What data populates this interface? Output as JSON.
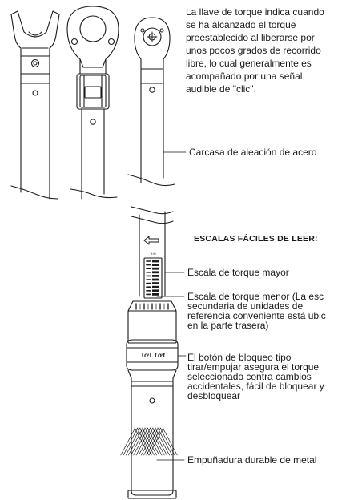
{
  "annotations": {
    "intro_lines": [
      "La llave de torque indica cuando",
      "se ha alcanzado el torque",
      "preestablecido al liberarse por",
      "unos pocos grados de recorrido",
      "libre, lo cual generalmente es",
      "acompañado por una señal",
      "audible de \"clic\"."
    ],
    "housing": "Carcasa de aleación de acero",
    "scales_heading": "ESCALAS FÁCILES DE LEER:",
    "major_scale": "Escala de torque mayor",
    "minor_scale_lines": [
      "Escala de torque menor (La esc",
      "secundaria de unidades de",
      "referencia conveniente está ubic",
      "en la parte trasera)"
    ],
    "lock_button_lines": [
      "El botón de bloqueo tipo",
      "tirar/empujar asegura el torque",
      "seleccionado contra cambios",
      "accidentales, fácil de bloquear y",
      "desbloquear"
    ],
    "grip": "Empuñadura durable de metal"
  },
  "wrench": {
    "collar_marks": "lơl  tơt"
  },
  "colors": {
    "ink": "#1a1a1a",
    "background": "#ffffff"
  }
}
